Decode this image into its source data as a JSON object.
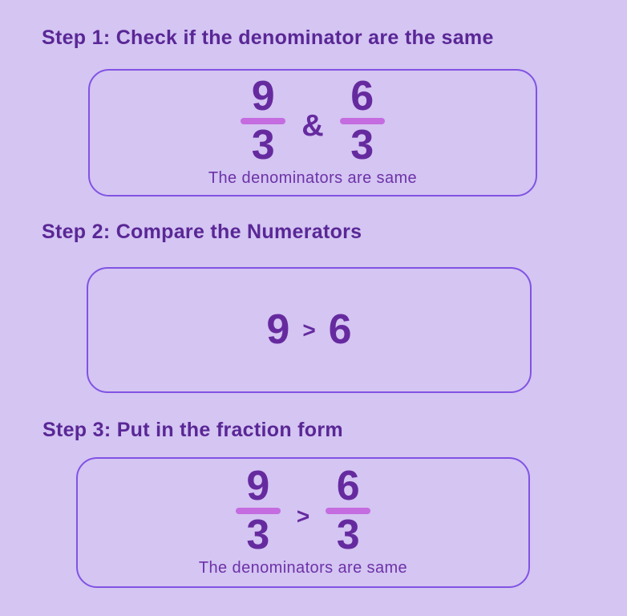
{
  "colors": {
    "background": "#d4c5f2",
    "heading": "#5a2796",
    "digit": "#662a9f",
    "fraction_bar": "#c46ce0",
    "box_border": "#8153e3",
    "caption": "#6d32a8"
  },
  "steps": [
    {
      "heading": "Step 1: Check if the denominator are the same",
      "left_fraction": {
        "numerator": "9",
        "denominator": "3"
      },
      "operator": "&",
      "right_fraction": {
        "numerator": "6",
        "denominator": "3"
      },
      "caption": "The denominators are same"
    },
    {
      "heading": "Step 2: Compare the Numerators",
      "left_value": "9",
      "operator": ">",
      "right_value": "6"
    },
    {
      "heading": "Step 3: Put in the fraction form",
      "left_fraction": {
        "numerator": "9",
        "denominator": "3"
      },
      "operator": ">",
      "right_fraction": {
        "numerator": "6",
        "denominator": "3"
      },
      "caption": "The denominators are same"
    }
  ]
}
